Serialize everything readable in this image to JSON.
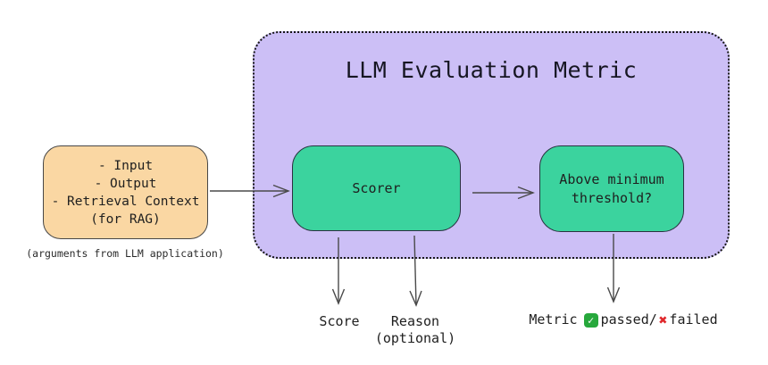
{
  "input_box": {
    "lines": [
      "- Input",
      "- Output",
      "- Retrieval Context",
      "(for RAG)"
    ],
    "caption": "(arguments from LLM application)"
  },
  "metric_container": {
    "title": "LLM Evaluation Metric"
  },
  "scorer_box": {
    "label": "Scorer"
  },
  "threshold_box": {
    "lines": [
      "Above minimum",
      "threshold?"
    ]
  },
  "outputs": {
    "score_label": "Score",
    "reason_lines": [
      "Reason",
      "(optional)"
    ],
    "result": {
      "prefix": "Metric",
      "passed": "passed/",
      "failed": "failed",
      "check_icon": "✓",
      "cross_icon": "✖"
    }
  },
  "colors": {
    "container_fill": "#ccbff6",
    "box_green": "#3bd39e",
    "box_orange": "#fad7a3",
    "border_dark": "#2a3140",
    "dotted_border": "#161616",
    "check_green": "#27a83c",
    "cross_red": "#e0282b",
    "arrow": "#4a4a4a"
  }
}
